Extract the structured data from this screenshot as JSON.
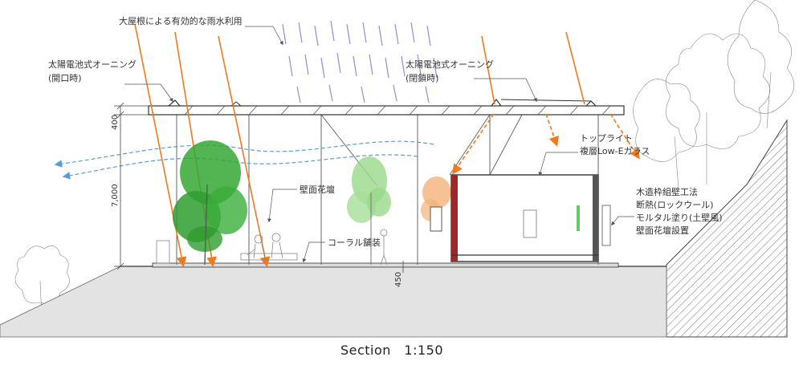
{
  "annotations": {
    "rainwater": "大屋根による有効的な雨水利用",
    "awning_open_line1": "太陽電池式オーニング",
    "awning_open_line2": "(開口時)",
    "awning_closed_line1": "太陽電池式オーニング",
    "awning_closed_line2": "(閉鎖時)",
    "toplight_line1": "トップライト",
    "toplight_line2": "複層Low-Eガラス",
    "wall_planter": "壁面花壇",
    "coral_paving": "コーラル舗装",
    "spec_line1": "木造枠組壁工法",
    "spec_line2": "断熱(ロックウール)",
    "spec_line3": "モルタル塗り(土壁風)",
    "spec_line4": "壁面花壇設置"
  },
  "dimensions": {
    "roof": "400",
    "height": "7,000",
    "floor": "450"
  },
  "caption": "Section　1:150",
  "colors": {
    "sun_ray": "#f07a1e",
    "wind": "#5b9bd5",
    "rain": "#8f8fd8",
    "tree_dark": "#2e9e2e",
    "tree_light": "#9ad88a",
    "tree_orange": "#f2b27a",
    "wall_red": "#9a2a2a",
    "ground": "#e3e3e3",
    "hatch": "#666666"
  }
}
